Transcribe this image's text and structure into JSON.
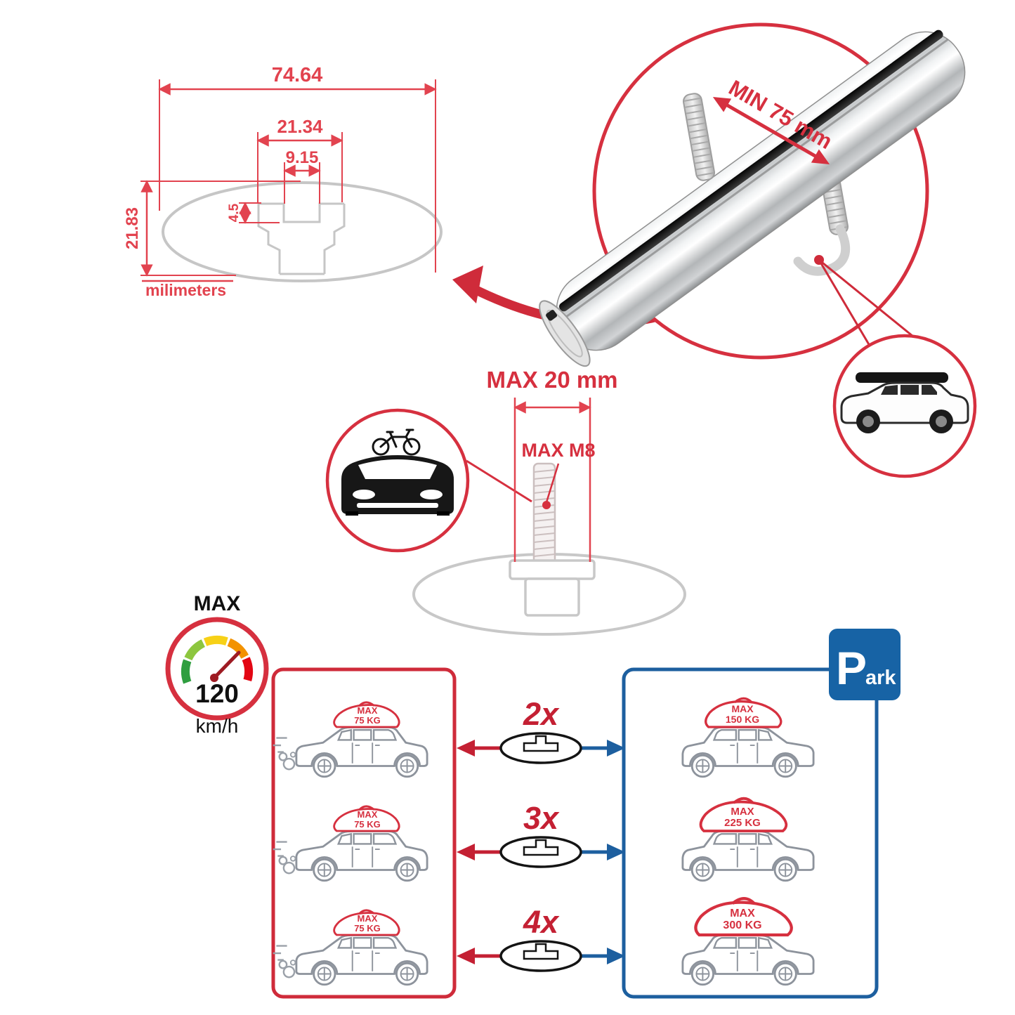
{
  "dimensions": {
    "total_width": "74.64",
    "slot_outer_width": "21.34",
    "slot_inner_width": "9.15",
    "slot_depth": "4.5",
    "total_height": "21.83",
    "units": "milimeters"
  },
  "bar_detail": {
    "min_distance": "MIN 75 mm"
  },
  "bolt_detail": {
    "max_length": "MAX 20 mm",
    "max_thread": "MAX M8"
  },
  "speed": {
    "label": "MAX",
    "value": "120",
    "unit": "km/h"
  },
  "capacity_rows": [
    {
      "multiplier": "2x",
      "left": {
        "label": "MAX",
        "value": "75 KG"
      },
      "right": {
        "label": "MAX",
        "value": "150 KG"
      }
    },
    {
      "multiplier": "3x",
      "left": {
        "label": "MAX",
        "value": "75 KG"
      },
      "right": {
        "label": "MAX",
        "value": "225 KG"
      }
    },
    {
      "multiplier": "4x",
      "left": {
        "label": "MAX",
        "value": "75 KG"
      },
      "right": {
        "label": "MAX",
        "value": "300 KG"
      }
    }
  ],
  "park_sign": {
    "letter": "P",
    "rest": "ark"
  },
  "colors": {
    "dim_red": "#e2434f",
    "accent_red": "#c42033",
    "ring_red": "#d6303f",
    "blue": "#1d5f9f",
    "car_gray": "#8d939c"
  }
}
